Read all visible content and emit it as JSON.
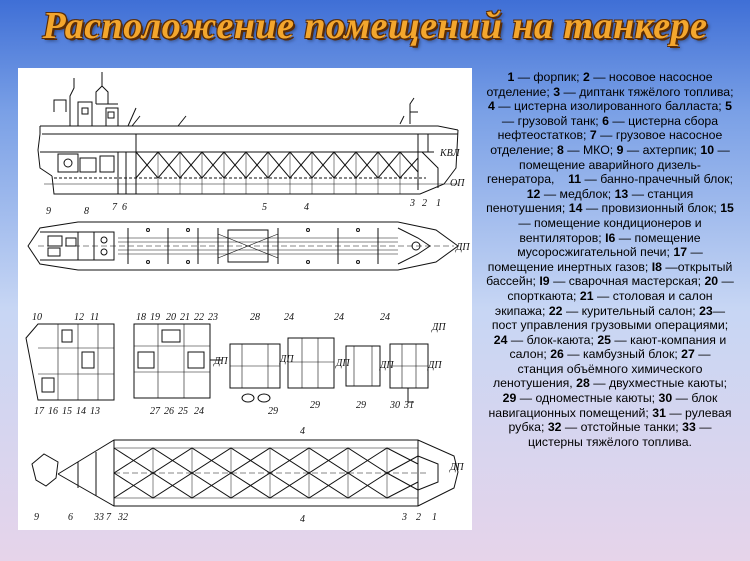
{
  "title": "Расположение помещений на танкере",
  "legend": [
    {
      "n": "1",
      "t": " — форпик; "
    },
    {
      "n": "2",
      "t": " — носовое насосное отделение; "
    },
    {
      "n": "3",
      "t": " — диптанк тяжёлого топлива; "
    },
    {
      "n": "4",
      "t": " — цистерна изолированного балласта; "
    },
    {
      "n": "5",
      "t": " — грузовой танк; "
    },
    {
      "n": "6",
      "t": " — цистерна сбора нефтеостатков; "
    },
    {
      "n": "7",
      "t": " — грузовое насосное отделение; "
    },
    {
      "n": "8",
      "t": " — МКО; "
    },
    {
      "n": "9",
      "t": " — ахтерпик; "
    },
    {
      "n": "10",
      "t": " — помещение аварийного дизель-генератора,    "
    },
    {
      "n": "11",
      "t": " — банно-прачечный блок;  "
    },
    {
      "n": "12",
      "t": " — медблок; "
    },
    {
      "n": "13",
      "t": " — станция пенотушения; "
    },
    {
      "n": "14",
      "t": " — провизионный блок; "
    },
    {
      "n": "15",
      "t": " — помещение кондиционеров и вентиляторов; "
    },
    {
      "n": "I6",
      "t": " — помещение мусоросжигательной печи; "
    },
    {
      "n": "17",
      "t": " — помещение инертных газов; "
    },
    {
      "n": "I8",
      "t": " —открытый бассейн; "
    },
    {
      "n": "I9",
      "t": " — сварочная мастерская; "
    },
    {
      "n": "20",
      "t": " — спорткаюта; "
    },
    {
      "n": "21",
      "t": " — столовая и салон экипажа; "
    },
    {
      "n": "22",
      "t": " — курительный салон; "
    },
    {
      "n": "23",
      "t": "—пост управления грузовыми операциями; "
    },
    {
      "n": "24",
      "t": " — блок-каюта; "
    },
    {
      "n": "25",
      "t": " — кают-компания и салон; "
    },
    {
      "n": "26",
      "t": " — камбузный блок; "
    },
    {
      "n": "27",
      "t": " — станция объёмного химического ленотушения, "
    },
    {
      "n": "28",
      "t": " — двухместные каюты; "
    },
    {
      "n": "29",
      "t": " — одноместные каюты; "
    },
    {
      "n": "30",
      "t": " — блок навигационных помещений; "
    },
    {
      "n": "31",
      "t": " — рулевая рубка; "
    },
    {
      "n": "32",
      "t": " — отстойные танки; "
    },
    {
      "n": "33",
      "t": " — цистерны тяжёлого топлива."
    }
  ],
  "drawing": {
    "side_view": {
      "marks": [
        "КВЛ",
        "ОП",
        "9",
        "8",
        "7",
        "6",
        "5",
        "4",
        "3",
        "2",
        "1"
      ]
    },
    "deck_plan": {
      "marks": [
        "ДП"
      ]
    },
    "superstructure": {
      "marks": [
        "10",
        "17",
        "16",
        "15",
        "14",
        "13",
        "12",
        "11",
        "18",
        "19",
        "20",
        "21",
        "22",
        "23",
        "27",
        "26",
        "25",
        "24",
        "28",
        "24",
        "24",
        "24",
        "ДП",
        "ДП",
        "ДП",
        "ДП",
        "ДП",
        "ДП",
        "29",
        "29",
        "29",
        "30",
        "31"
      ]
    },
    "bottom_plan": {
      "marks": [
        "4",
        "4",
        "ДП",
        "9",
        "6",
        "33",
        "7",
        "32",
        "3",
        "2",
        "1"
      ]
    }
  }
}
